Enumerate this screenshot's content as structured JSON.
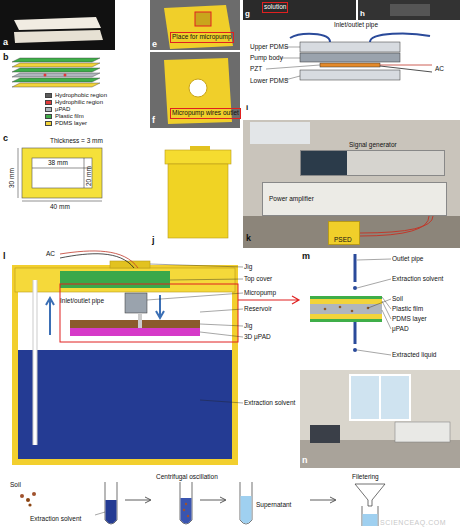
{
  "diagram": {
    "nodes": [
      {
        "text": [
          "Signal generator"
        ]
      },
      {
        "text": [
          "Power amplifier"
        ]
      },
      {
        "text": [
          "PSED"
        ]
      }
    ],
    "edges": [
      {
        "from": 1,
        "to": 2,
        "arrow": "none"
      }
    ],
    "labels": [
      "a",
      "b",
      "c",
      "Thickness = 3 mm",
      "38 mm",
      "30 mm",
      "20 mm",
      "40 mm",
      "e",
      "Place for micropump",
      "f",
      "Micropump wires outlet",
      "j",
      "g",
      "solution",
      "h",
      "Inlet/outlet pipe",
      "Upper PDMS",
      "Pump body",
      "PZT",
      "Lower PDMS",
      "AC",
      "i",
      "k",
      "l",
      "AC",
      "Jig",
      "Top cover",
      "Micropump",
      "Inlet/outlet pipe",
      "Reservoir",
      "Jig",
      "3D μPAD",
      "Extraction solvent",
      "m",
      "Outlet pipe",
      "Extraction solvent",
      "Soil",
      "Plastic film",
      "PDMS layer",
      "μPAD",
      "Extracted liquid",
      "n",
      "Soil",
      "Extraction solvent",
      "Centrifugal oscillation",
      "Supernatant",
      "Filetering",
      "SCIENCEAQ.COM"
    ],
    "legend": [
      {
        "text": "Hydrophobic region",
        "color": "#5b5b5b"
      },
      {
        "text": "Hydrophilic region",
        "color": "#e03a3a"
      },
      {
        "text": "μPAD",
        "color": "#b0b6bd"
      },
      {
        "text": "Plastic film",
        "color": "#3fae49"
      },
      {
        "text": "PDMS layer",
        "color": "#f2d43a"
      }
    ]
  }
}
